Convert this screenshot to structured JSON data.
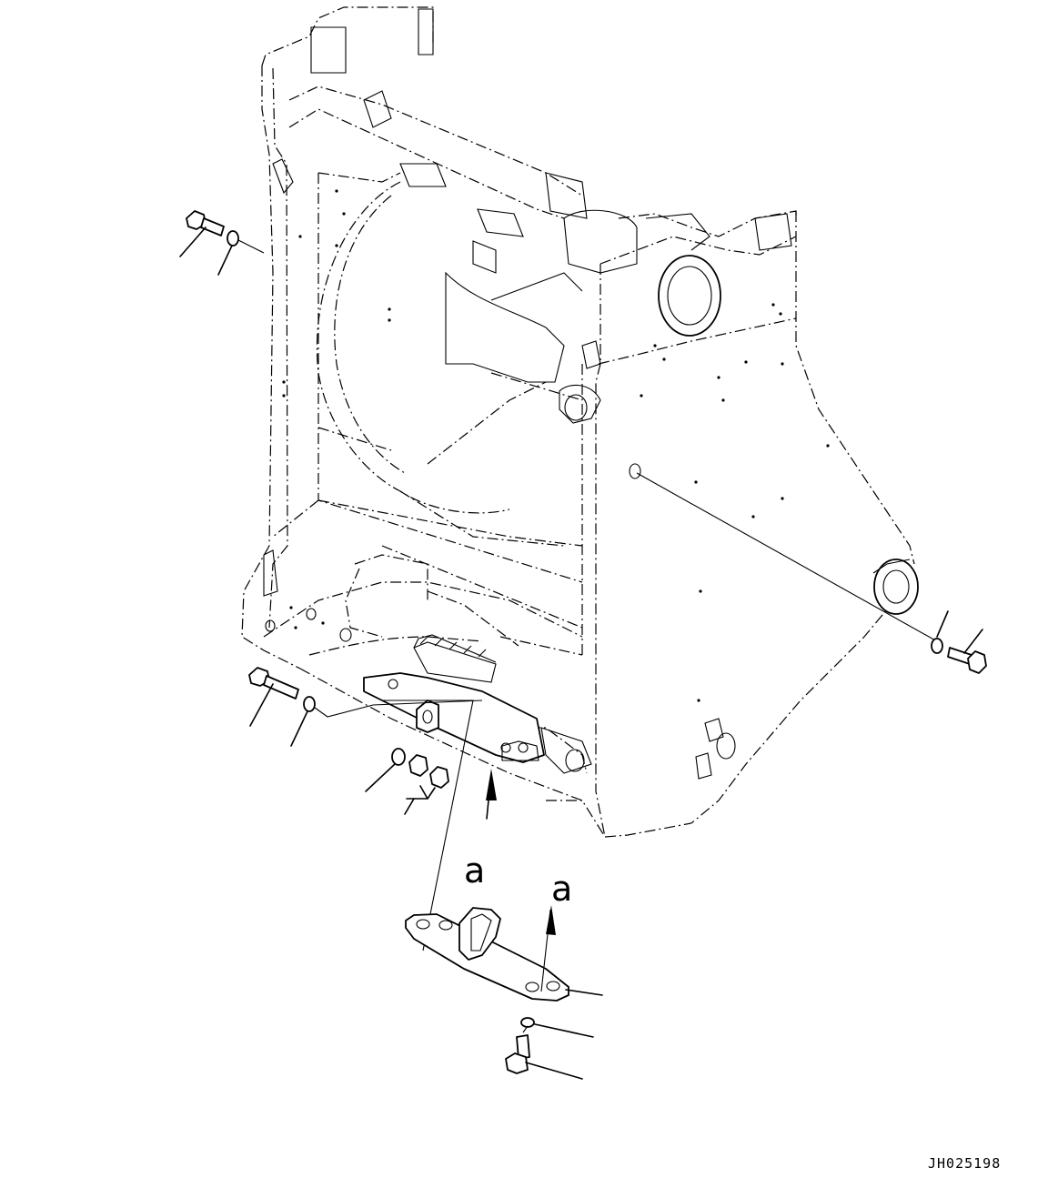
{
  "drawing": {
    "view_labels": [
      "a",
      "a"
    ],
    "drawing_code": "JH025198"
  }
}
